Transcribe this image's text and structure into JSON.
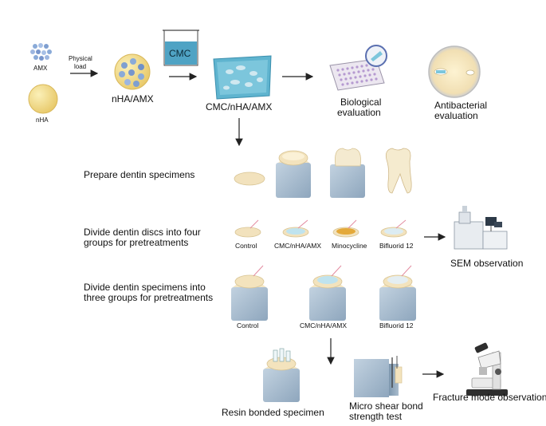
{
  "top_flow": {
    "amx": "AMX",
    "nha": "nHA",
    "physical_load": [
      "Physical",
      "load"
    ],
    "nha_amx": "nHA/AMX",
    "cmc": "CMC",
    "cmc_nha_amx": "CMC/nHA/AMX",
    "biological_evaluation": [
      "Biological",
      "evaluation"
    ],
    "antibacterial_evaluation": [
      "Antibacterial",
      "evaluation"
    ]
  },
  "step_prepare": "Prepare dentin specimens",
  "step_discs": {
    "title": [
      "Divide dentin discs into four",
      "groups for pretreatments"
    ],
    "groups": [
      "Control",
      "CMC/nHA/AMX",
      "Minocycline",
      "Bifluorid 12"
    ],
    "result": "SEM observation"
  },
  "step_specimens": {
    "title": [
      "Divide dentin specimens into",
      "three groups for pretreatments"
    ],
    "groups": [
      "Control",
      "CMC/nHA/AMX",
      "Bifluorid 12"
    ]
  },
  "bottom_flow": {
    "resin_bonded": "Resin bonded specimen",
    "micro_shear": [
      "Micro shear bond",
      "strength test"
    ],
    "fracture": "Fracture mode observation"
  },
  "colors": {
    "block": "#9eb3c7",
    "block_dark": "#6f8aa3",
    "dentin": "#f2e2bd",
    "nha": "#f3dd8a",
    "amx": "#8aaad8",
    "cmc": "#4fa3c4",
    "arrow": "#222222"
  }
}
